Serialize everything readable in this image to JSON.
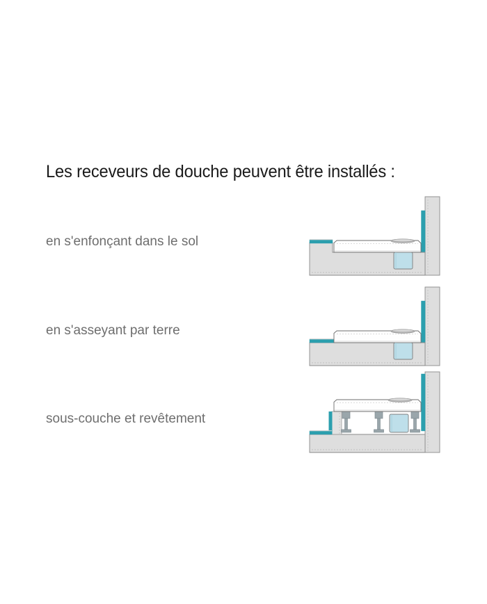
{
  "page": {
    "background_color": "#ffffff",
    "language": "fr"
  },
  "heading": {
    "text": "Les receveurs de douche peuvent être installés :",
    "color": "#1a1a1a"
  },
  "rows": [
    {
      "id": "recessed",
      "label": "en s'enfonçant dans le sol",
      "label_color": "#6e6e6e",
      "figure_name": "shower-tray-recessed-diagram"
    },
    {
      "id": "floor-level",
      "label": "en s'asseyant par terre",
      "label_color": "#6e6e6e",
      "figure_name": "shower-tray-on-floor-diagram"
    },
    {
      "id": "underlay",
      "label": "sous-couche et revêtement",
      "label_color": "#6e6e6e",
      "figure_name": "shower-tray-on-feet-diagram"
    }
  ],
  "palette": {
    "tile_teal": "#2b9fae",
    "concrete_grey": "#dedede",
    "concrete_outline": "#8a8a8a",
    "tray_white": "#fefefe",
    "tray_outline": "#6d6d6d",
    "drain_water_blue": "#bedfea",
    "drain_outline": "#7e7e7e",
    "grate_grey": "#9a9a9a",
    "foot_grey": "#9aa6ab",
    "foot_dark": "#7e8a90",
    "dashed_grey": "#a9a9a9"
  },
  "diagram_elements": {
    "wall": "wall",
    "floor_slab": "floor-slab",
    "tile_covering": "tile-covering",
    "shower_tray": "shower-tray",
    "drain_trap": "drain-trap",
    "drain_grate": "drain-grate",
    "adjustable_feet": "adjustable-feet"
  }
}
